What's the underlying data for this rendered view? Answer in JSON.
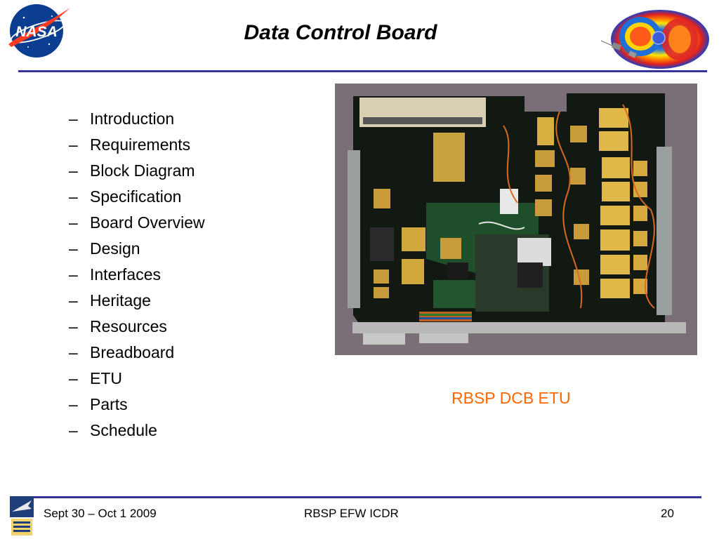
{
  "slide": {
    "title": "Data Control Board",
    "agenda_items": [
      "Introduction",
      "Requirements",
      "Block Diagram",
      "Specification",
      "Board Overview",
      "Design",
      "Interfaces",
      "Heritage",
      "Resources",
      "Breadboard",
      "ETU",
      "Parts",
      "Schedule"
    ],
    "bullet_glyph": "–",
    "photo_caption": "RBSP DCB ETU",
    "logos": {
      "left": "NASA",
      "right": "radiation-belts-graphic"
    }
  },
  "footer": {
    "date": "Sept 30 – Oct 1 2009",
    "event": "RBSP EFW ICDR",
    "page": "20"
  },
  "colors": {
    "rule": "#333399",
    "caption": "#ff6600",
    "nasa_blue": "#0b3d91",
    "nasa_red": "#fc3d21"
  }
}
